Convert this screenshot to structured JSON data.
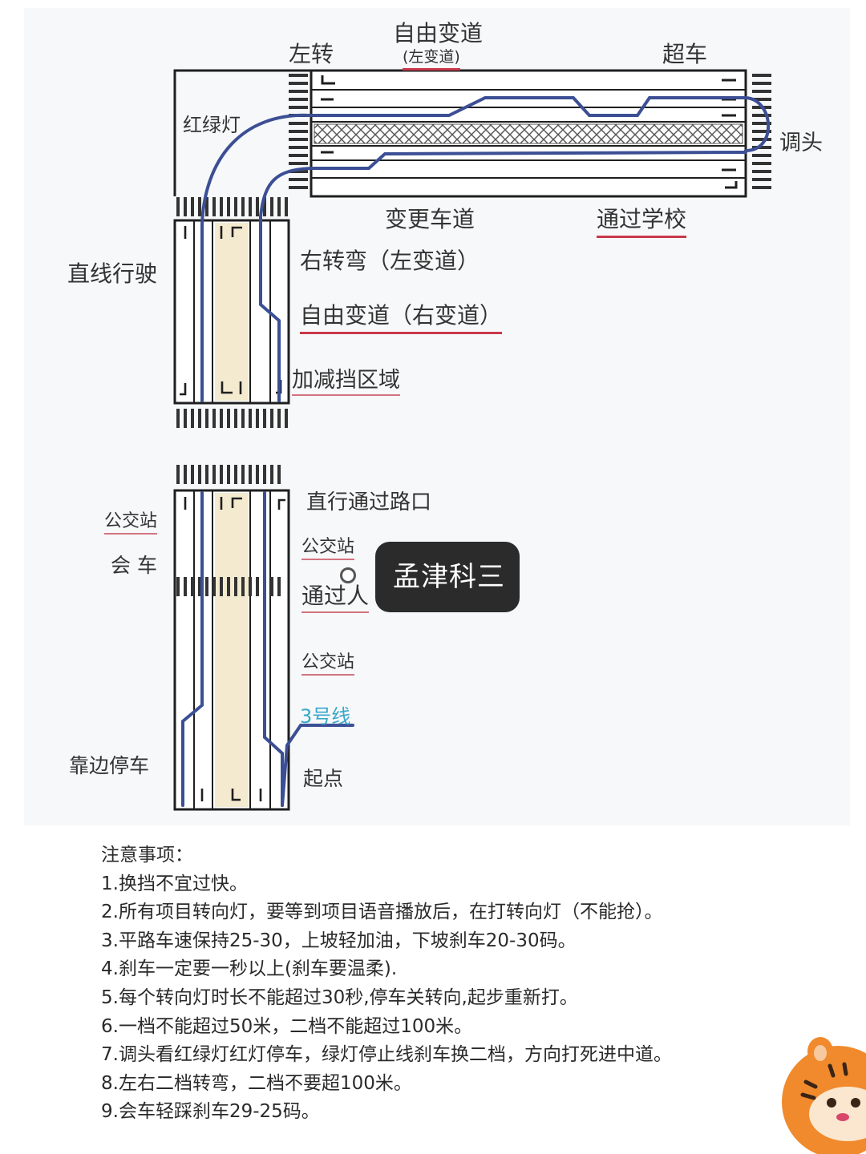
{
  "labels": {
    "left_turn": "左转",
    "free_lane": "自由变道",
    "free_lane_left": "(左变道)",
    "overtake": "超车",
    "traffic_light": "红绿灯",
    "u_turn": "调头",
    "change_lane": "变更车道",
    "pass_school": "通过学校",
    "straight_driving": "直线行驶",
    "right_turn": "右转弯（左变道）",
    "free_lane_right": "自由变道（右变道）",
    "gear_zone": "加减挡区域",
    "pass_intersection": "直行通过路口",
    "bus_stop_1": "公交站",
    "bus_stop_left": "公交站",
    "meeting": "会 车",
    "pass_crosswalk": "通过人",
    "bus_stop_2": "公交站",
    "line_3": "3号线",
    "pull_over": "靠边停车",
    "start": "起点"
  },
  "watermark": "孟津科三",
  "notes": {
    "title": "注意事项：",
    "items": [
      "1.换挡不宜过快。",
      "2.所有项目转向灯，要等到项目语音播放后，在打转向灯（不能抢）。",
      "3.平路车速保持25-30，上坡轻加油，下坡刹车20-30码。",
      "4.刹车一定要一秒以上(刹车要温柔).",
      "5.每个转向灯时长不能超过30秒,停车关转向,起步重新打。",
      "6.一档不能超过50米，二档不能超过100米。",
      "7.调头看红绿灯红灯停车，绿灯停止线刹车换二档，方向打死进中道。",
      "8.左右二档转弯，二档不要超100米。",
      "9.会车轻踩刹车29-25码。"
    ]
  },
  "colors": {
    "road_outline": "#1f1f1f",
    "route_blue": "#3c4f94",
    "underline_red": "#c9384a",
    "center_yellow": "#f3ead0",
    "line_blue_text": "#3aa7c9"
  }
}
